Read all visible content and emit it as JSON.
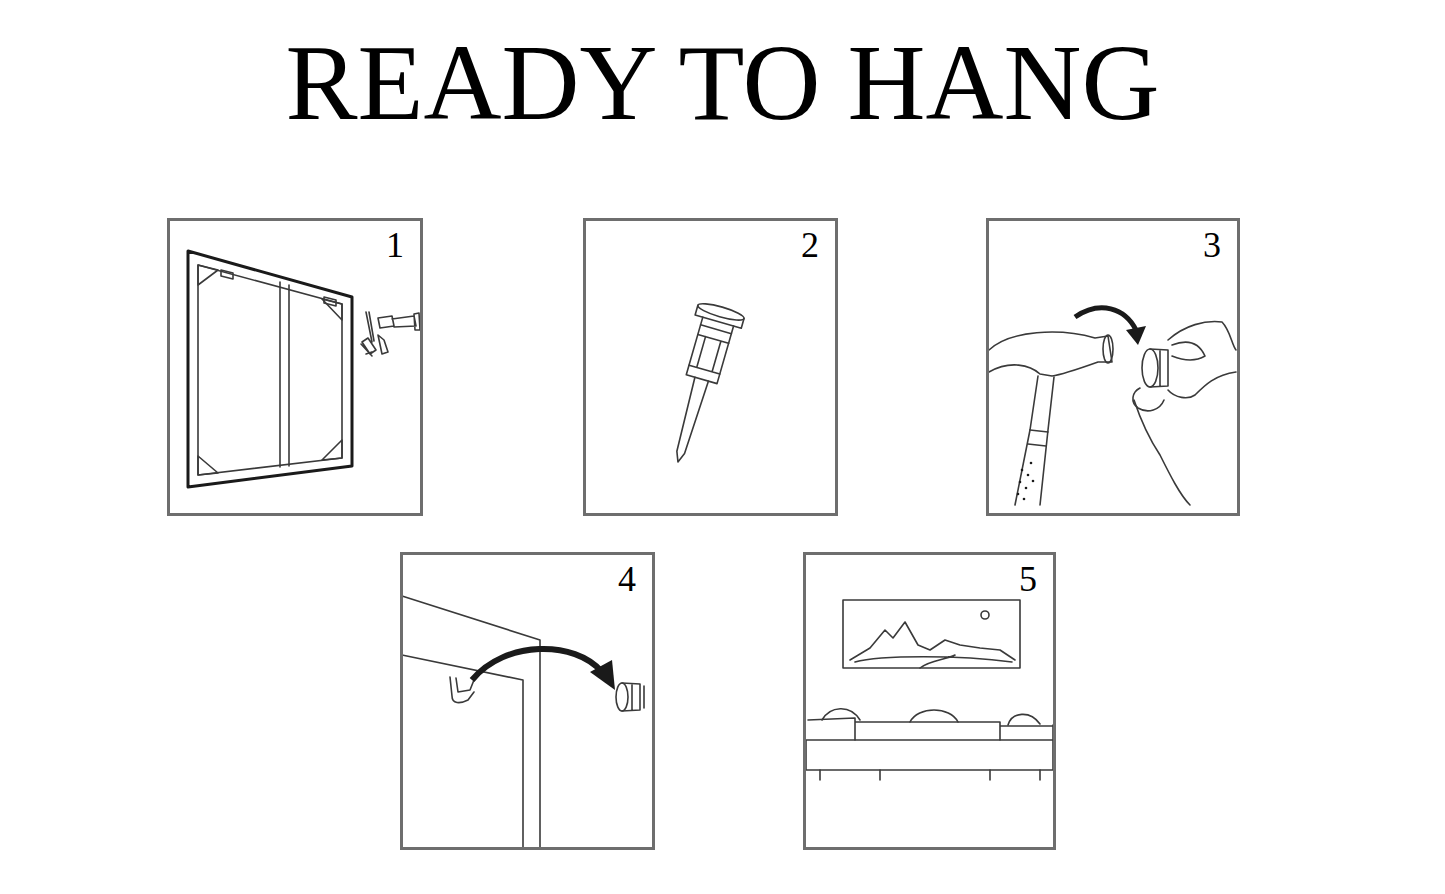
{
  "diagram": {
    "title": "READY TO HANG",
    "nodes": [
      {
        "text": [
          "1"
        ]
      },
      {
        "text": [
          "2"
        ]
      },
      {
        "text": [
          "3"
        ]
      },
      {
        "text": [
          "4"
        ]
      },
      {
        "text": [
          "5"
        ]
      }
    ]
  }
}
